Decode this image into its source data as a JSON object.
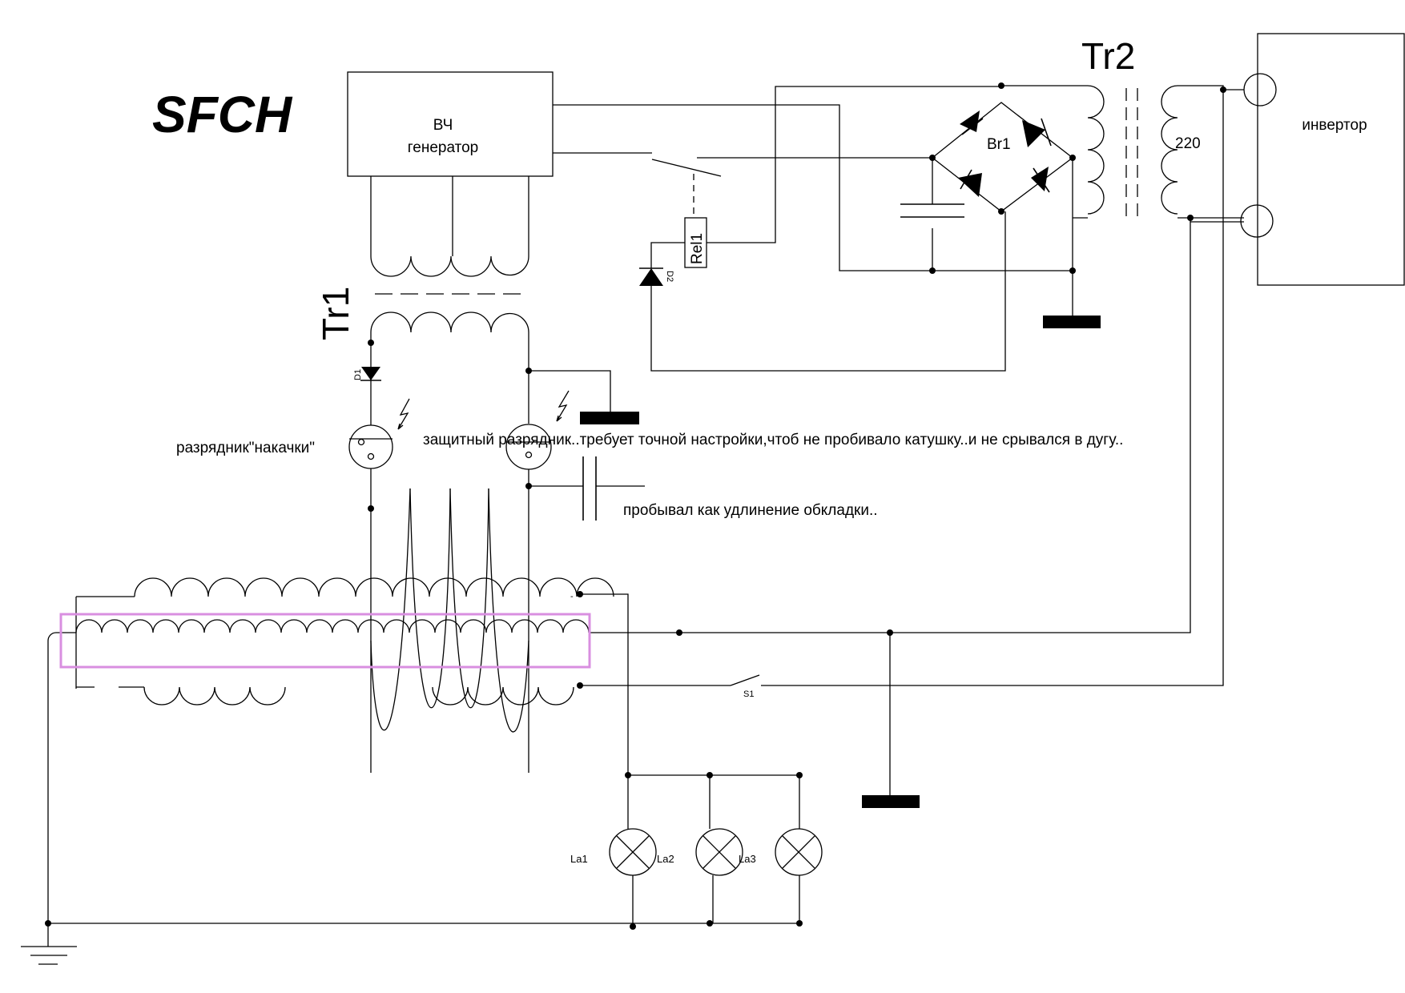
{
  "title": "SFCH",
  "labels": {
    "hf_generator_line1": "ВЧ",
    "hf_generator_line2": "генератор",
    "tr1": "Tr1",
    "tr2": "Tr2",
    "br1": "Br1",
    "rel1": "Rel1",
    "d1": "D1",
    "d2": "D2",
    "s1": "S1",
    "voltage_220": "220",
    "inverter": "инвертор",
    "pump_gap": "разрядник\"накачки\"",
    "protective_gap_note": "защитный разрядник..требует точной настройки,чтоб не пробивало катушку..и не срывался в дугу..",
    "lining_note": "пробывал как удлинение обкладки..",
    "la1": "La1",
    "la2": "La2",
    "la3": "La3"
  },
  "colors": {
    "wire": "#000000",
    "highlight": "#d98fe0",
    "background": "#ffffff"
  }
}
